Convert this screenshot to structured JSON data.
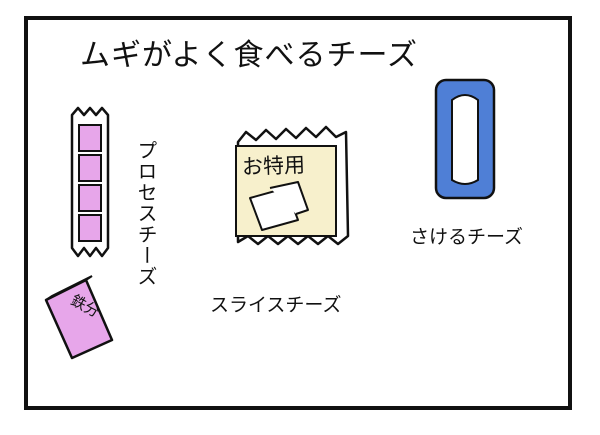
{
  "title": "ムギがよく食べるチーズ",
  "labels": {
    "process_cheese": "プロセスチーズ",
    "sliced_cheese": "スライスチーズ",
    "string_cheese": "さけるチーズ",
    "bulk_pack": "お特用",
    "iron_pack": "鉄分"
  },
  "colors": {
    "pink": "#e7a6ea",
    "cream": "#f7f0cc",
    "blue": "#4f7fd6",
    "ink": "#111111"
  }
}
